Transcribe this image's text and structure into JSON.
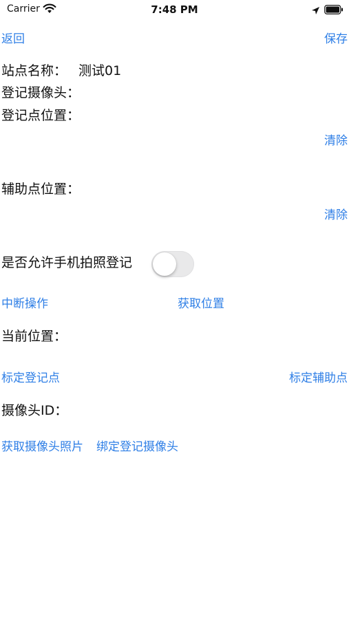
{
  "status_bar": {
    "carrier": "Carrier",
    "time": "7:48 PM"
  },
  "nav": {
    "back_label": "返回",
    "save_label": "保存"
  },
  "form": {
    "station_name_label": "站点名称：",
    "station_name_value": "测试01",
    "camera_label": "登记摄像头：",
    "register_point_label": "登记点位置：",
    "clear_register_label": "清除",
    "aux_point_label": "辅助点位置：",
    "clear_aux_label": "清除",
    "allow_photo_label": "是否允许手机拍照登记",
    "allow_photo_enabled": false
  },
  "actions": {
    "interrupt_label": "中断操作",
    "get_location_label": "获取位置",
    "current_location_label": "当前位置：",
    "mark_register_label": "标定登记点",
    "mark_aux_label": "标定辅助点",
    "camera_id_label": "摄像头ID：",
    "get_photo_label": "获取摄像头照片",
    "bind_camera_label": "绑定登记摄像头"
  },
  "colors": {
    "accent": "#2f7fe6",
    "text": "#111111",
    "toggle_off": "#e9e9ea"
  },
  "icons": {
    "wifi": "wifi-icon",
    "location": "location-arrow-icon",
    "battery": "battery-icon"
  }
}
